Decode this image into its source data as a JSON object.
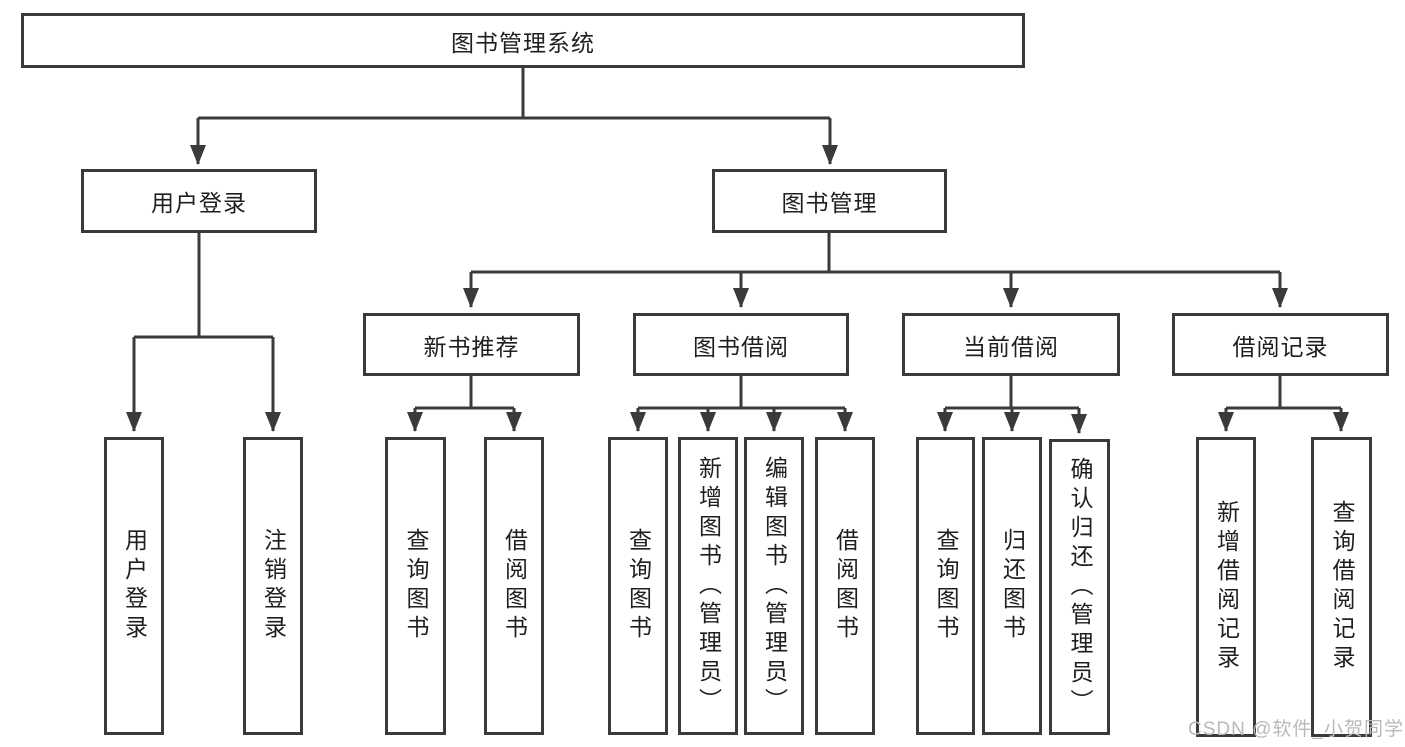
{
  "diagram": {
    "title": "图书管理系统",
    "root": {
      "label": "图书管理系统"
    },
    "branches": [
      {
        "label": "用户登录",
        "children": [
          {
            "label": "用户登录"
          },
          {
            "label": "注销登录"
          }
        ]
      },
      {
        "label": "图书管理",
        "children": [
          {
            "label": "新书推荐",
            "children": [
              {
                "label": "查询图书"
              },
              {
                "label": "借阅图书"
              }
            ]
          },
          {
            "label": "图书借阅",
            "children": [
              {
                "label": "查询图书"
              },
              {
                "label": "新增图书（管理员）"
              },
              {
                "label": "编辑图书（管理员）"
              },
              {
                "label": "借阅图书"
              }
            ]
          },
          {
            "label": "当前借阅",
            "children": [
              {
                "label": "查询图书"
              },
              {
                "label": "归还图书"
              },
              {
                "label": "确认归还（管理员）"
              }
            ]
          },
          {
            "label": "借阅记录",
            "children": [
              {
                "label": "新增借阅记录"
              },
              {
                "label": "查询借阅记录"
              }
            ]
          }
        ]
      }
    ]
  },
  "watermark": {
    "text": "CSDN @软件_小贺同学",
    "color": "#b9b9b9"
  },
  "colors": {
    "line": "#3a3a3a",
    "text": "#1f1f1f",
    "background": "#ffffff"
  }
}
